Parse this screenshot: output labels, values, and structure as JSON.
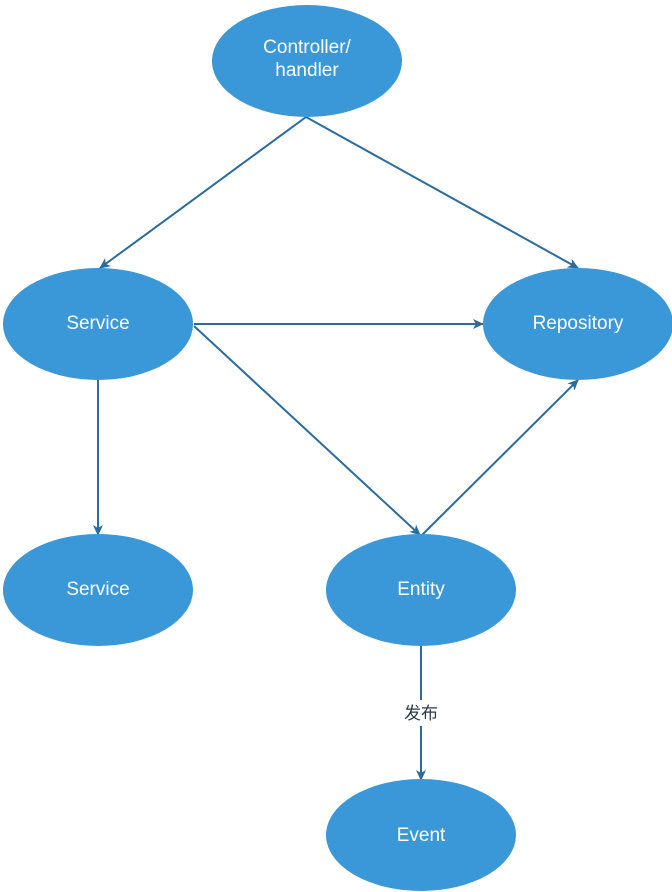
{
  "colors": {
    "node_fill": "#3a97d8",
    "node_text": "#ffffff",
    "edge": "#2a6ca0",
    "edge_label_text": "#2b3a4a"
  },
  "nodes": {
    "controller": {
      "line1": "Controller/",
      "line2": "handler"
    },
    "service_main": {
      "label": "Service"
    },
    "repository": {
      "label": "Repository"
    },
    "service_sub": {
      "label": "Service"
    },
    "entity": {
      "label": "Entity"
    },
    "event": {
      "label": "Event"
    }
  },
  "edges": [
    {
      "from": "controller",
      "to": "service_main"
    },
    {
      "from": "controller",
      "to": "repository"
    },
    {
      "from": "service_main",
      "to": "repository"
    },
    {
      "from": "service_main",
      "to": "service_sub"
    },
    {
      "from": "service_main",
      "to": "entity"
    },
    {
      "from": "entity",
      "to": "repository"
    },
    {
      "from": "entity",
      "to": "event",
      "label": "发布"
    }
  ],
  "edge_labels": {
    "publish": "发布"
  }
}
